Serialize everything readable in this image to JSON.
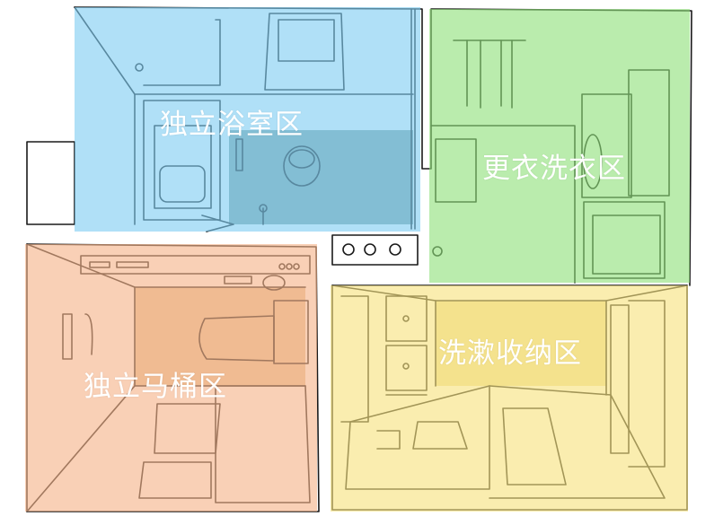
{
  "zones": {
    "bath": {
      "label": "独立浴室区",
      "color": "#7fcdf2"
    },
    "dress": {
      "label": "更衣洗衣区",
      "color": "#8fe07a"
    },
    "toilet": {
      "label": "独立马桶区",
      "color": "#f5b389"
    },
    "wash": {
      "label": "洗漱收纳区",
      "color": "#f7e27e"
    }
  },
  "colors": {
    "line": "#1a1a1a",
    "floor_bath": "#6b8f8f",
    "floor_toilet": "#d9b48a",
    "floor_wash": "#e9d58a"
  }
}
